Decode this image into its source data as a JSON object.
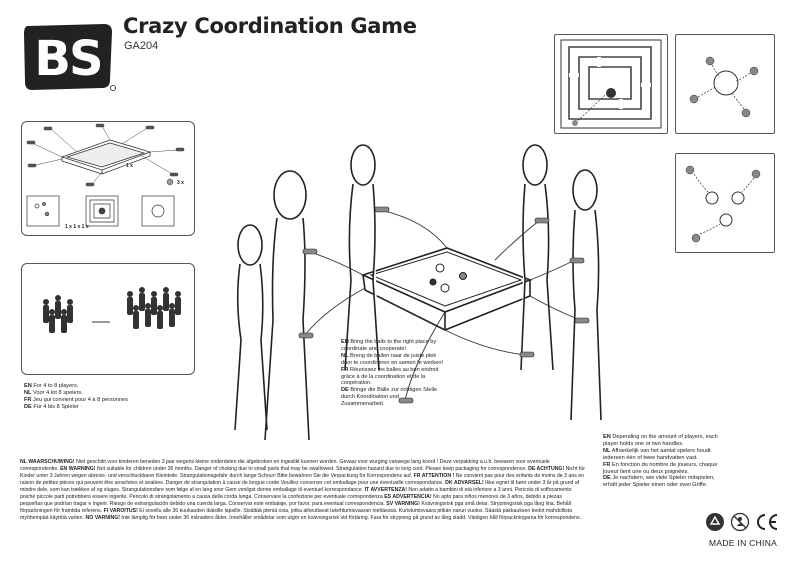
{
  "brand": {
    "logo_text": "BS"
  },
  "header": {
    "title": "Crazy Coordination Game",
    "code": "GA204"
  },
  "contents": {
    "board_qty": "1 x",
    "balls_qty": "3 x",
    "cards_qty": "1 x 1 x 1 x"
  },
  "players": {
    "en": "For 4 to 8 players.",
    "nl": "Voor 4 tot 8 spelers.",
    "fr": "Jeu qui convient pour 4 à 8 personnes",
    "de": "Für 4 bis 8 Spieler"
  },
  "instructions": {
    "en": "Bring the balls to the right place by coordinate and cooperate!",
    "nl": "Breng de ballen naar de juiste plek door te coordineren en samen te werken!",
    "fr": "Réunissez les balles au bon endroit grâce à de la coordination et de la coopération.",
    "de": "Bringe die Bälle zur richtigen Stelle durch Koordination und Zusammenarbeit."
  },
  "handles": {
    "en": "Depending on the amount of players, each player holds one or two handles.",
    "nl": "Afhankelijk van het aantal spelers houdt iedereen één of twee handvatten vast.",
    "fr": "En fonction du nombre de joueurs, chaque joueur tient une ou deux poignées.",
    "de": "Je nachdem, wie viele Spieler mitspielen, erhält jeder Spieler einen oder zwei Griffe."
  },
  "lang_codes": {
    "en": "EN",
    "nl": "NL",
    "fr": "FR",
    "de": "DE"
  },
  "warnings": [
    {
      "code": "NL WAARSCHUWING!",
      "text": "Niet geschikt voor kinderen beneden 3 jaar wegens kleine onderdelen die afgebroken en ingeslikt kunnen worden. Gevaar voor wurging vanwege lang koord ! Deze verpakking a.u.b. bewaren voor eventuele correspondentie."
    },
    {
      "code": "EN WARNING!",
      "text": "Not suitable for children under 36 months. Danger of choking due to small parts that may be swallowed. Strangulation hazard due to long cord. Please keep packaging for correspondence."
    },
    {
      "code": "DE ACHTUNG!",
      "text": "Nicht für Kinder unter 3 Jahren wegen abreiss- und verschluckbarer Kleinteile. Strangulationsgefahr durch lange Schnur! Bitte bewahren Sie die Verpackung für Korrespondenz auf."
    },
    {
      "code": "FR ATTENTION !",
      "text": "Ne convient pas pour des enfants de moins de 3 ans en raison de petites pièces qui peuvent être arrachées et avalées. Danger de strangulation à cause de longue corde Veuillez conserver cet emballage pour une éventuelle correspondance."
    },
    {
      "code": "DK ADVARSEL!",
      "text": "Ikke egnet til børn under 3 år på grund af mindre dele, som kan trækkes af og sluges. Strangulationsfare som følge af en lang snor Gem venligst denne emballage til eventuel korrespondance."
    },
    {
      "code": "IT AVVERTENZA!",
      "text": "Non adatto a bambini di età inferiore a 3 anni. Pericolo di soffocamento poiché piccole parti potrebbero essere ingerite. Pericolo di strangolamento a causa della corda lunga. Conservare la confezione per eventuale corrispondenza"
    },
    {
      "code": "ES ADVERTENCIA!",
      "text": "No apto para niños menores de 3 años, debido a piezas pequeñas que podrían tragar e ingerir. Riesgo de estrangulación debido una cuerda larga. Conservar este embalaje, por favor, para eventual correspondencia."
    },
    {
      "code": "SV VARNING!",
      "text": "Kvävningsrisk pga små delar. Strypningsrisk pga lång lina. Behåll förpackningen för framtida referens."
    },
    {
      "code": "FI VAROITUS!",
      "text": "Ei sovellu alle 36 kuukauden ikäisille lapsille. Sisältää pieniä osia, jotka aiheuttavat tukehtumisvaaran nieltäessä. Kuristumisvaara pitkän narun vuoksi. Säästä pakkauksen tiedot mahdollista myöhempää käyttöä varten."
    },
    {
      "code": "NO VARNING!",
      "text": "Inte lämplig för barn under 36 månaders ålder. Innehåller smådelar som utgör en kvävningsrisk vid förtäring. Fara för strypning på grund av lång sladd. Vänligen håll förpackningarna för korrespondens."
    }
  ],
  "footer": {
    "made_in": "MADE IN CHINA"
  },
  "icons": [
    "recycle-icon",
    "no-small-children-icon",
    "ce-mark-icon"
  ],
  "colors": {
    "ink": "#222222",
    "ball_gray": "#8a8a8a",
    "panel_border": "#555555"
  }
}
